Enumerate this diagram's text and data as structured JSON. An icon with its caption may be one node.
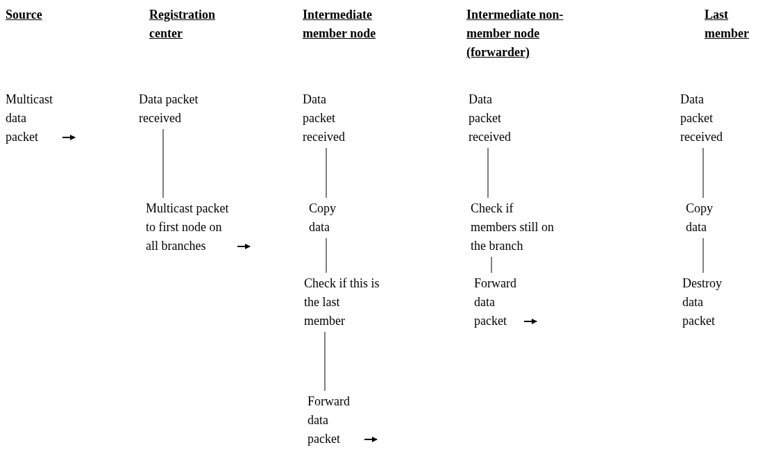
{
  "diagram": {
    "nodes": [
      {
        "text": [
          "Multicast data packet"
        ]
      },
      {
        "text": [
          "Data packet received"
        ]
      },
      {
        "text": [
          "Multicast packet to first node on all branches"
        ]
      },
      {
        "text": [
          "Data packet received"
        ]
      },
      {
        "text": [
          "Copy data"
        ]
      },
      {
        "text": [
          "Check if this is the last member"
        ]
      },
      {
        "text": [
          "Forward data packet"
        ]
      },
      {
        "text": [
          "Data packet received"
        ]
      },
      {
        "text": [
          "Check if members still on the branch"
        ]
      },
      {
        "text": [
          "Forward data packet"
        ]
      },
      {
        "text": [
          "Data packet received"
        ]
      },
      {
        "text": [
          "Copy data"
        ]
      },
      {
        "text": [
          "Destroy data packet"
        ]
      }
    ],
    "edges": [
      {
        "from": 0,
        "to": null,
        "arrow": "to"
      },
      {
        "from": 1,
        "to": 2,
        "arrow": "none"
      },
      {
        "from": 2,
        "to": null,
        "arrow": "to"
      },
      {
        "from": 3,
        "to": 4,
        "arrow": "none"
      },
      {
        "from": 4,
        "to": 5,
        "arrow": "none"
      },
      {
        "from": 5,
        "to": 6,
        "arrow": "none"
      },
      {
        "from": 6,
        "to": null,
        "arrow": "to"
      },
      {
        "from": 7,
        "to": 8,
        "arrow": "none"
      },
      {
        "from": 8,
        "to": 9,
        "arrow": "none"
      },
      {
        "from": 9,
        "to": null,
        "arrow": "to"
      },
      {
        "from": 10,
        "to": 11,
        "arrow": "none"
      },
      {
        "from": 11,
        "to": 12,
        "arrow": "none"
      }
    ],
    "labels": [
      "Source",
      "Registration center",
      "Intermediate member node",
      "Intermediate non-member node (forwarder)",
      "Last member"
    ]
  }
}
